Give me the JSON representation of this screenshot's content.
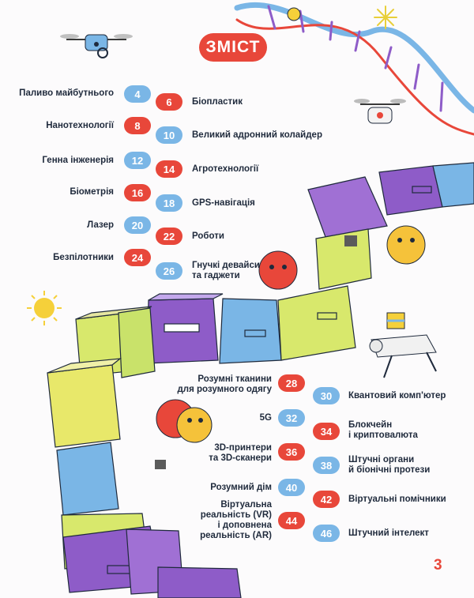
{
  "heading": "ЗМІСТ",
  "page_number": "3",
  "colors": {
    "red": "#e8473a",
    "blue": "#7ab6e6",
    "yellow": "#e8e86a",
    "purple": "#8e5cc8"
  },
  "toc_top": [
    {
      "title": "Паливо майбутнього",
      "page": "4",
      "side": "left"
    },
    {
      "title": "Біопластик",
      "page": "6",
      "side": "right"
    },
    {
      "title": "Нанотехнології",
      "page": "8",
      "side": "left"
    },
    {
      "title": "Великий адронний колайдер",
      "page": "10",
      "side": "right"
    },
    {
      "title": "Генна інженерія",
      "page": "12",
      "side": "left"
    },
    {
      "title": "Агротехнології",
      "page": "14",
      "side": "right"
    },
    {
      "title": "Біометрія",
      "page": "16",
      "side": "left"
    },
    {
      "title": "GPS-навігація",
      "page": "18",
      "side": "right"
    },
    {
      "title": "Лазер",
      "page": "20",
      "side": "left"
    },
    {
      "title": "Роботи",
      "page": "22",
      "side": "right"
    },
    {
      "title": "Безпілотники",
      "page": "24",
      "side": "left"
    },
    {
      "title": "Гнучкі девайси",
      "title2": "та гаджети",
      "page": "26",
      "side": "right"
    }
  ],
  "toc_bottom": [
    {
      "title": "Розумні тканини",
      "title2": "для розумного одягу",
      "page": "28"
    },
    {
      "title": "Квантовий комп'ютер",
      "page": "30"
    },
    {
      "title": "5G",
      "page": "32"
    },
    {
      "title": "Блокчейн",
      "title2": "і криптовалюта",
      "page": "34"
    },
    {
      "title": "3D-принтери",
      "title2": "та 3D-сканери",
      "page": "36"
    },
    {
      "title": "Штучні органи",
      "title2": "й біонічні протези",
      "page": "38"
    },
    {
      "title": "Розумний дім",
      "page": "40"
    },
    {
      "title": "Віртуальні помічники",
      "page": "42"
    },
    {
      "title": "Віртуальна",
      "title2": "реальність (VR)",
      "title3": "і доповнена",
      "title4": "реальність (AR)",
      "page": "44"
    },
    {
      "title": "Штучний інтелект",
      "page": "46"
    }
  ]
}
